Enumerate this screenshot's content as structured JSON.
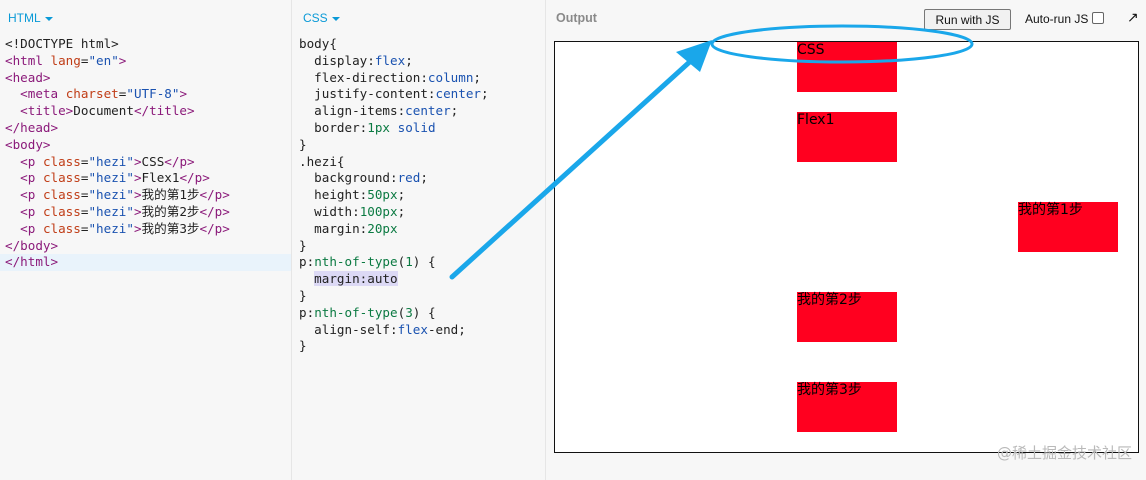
{
  "html_panel": {
    "label": "HTML",
    "lines": [
      "<!DOCTYPE html>",
      "<html lang=\"en\">",
      "<head>",
      "  <meta charset=\"UTF-8\">",
      "  <title>Document</title>",
      "</head>",
      "<body>",
      "  <p class=\"hezi\">CSS</p>",
      "  <p class=\"hezi\">Flex1</p>",
      "  <p class=\"hezi\">我的第1步</p>",
      "  <p class=\"hezi\">我的第2步</p>",
      "  <p class=\"hezi\">我的第3步</p>",
      "</body>",
      "</html>"
    ]
  },
  "css_panel": {
    "label": "CSS",
    "lines": [
      "body{",
      "  display:flex;",
      "  flex-direction:column;",
      "  justify-content:center;",
      "  align-items:center;",
      "  border:1px solid",
      "}",
      ".hezi{",
      "  background:red;",
      "  height:50px;",
      "  width:100px;",
      "  margin:20px",
      "}",
      "p:nth-of-type(1) {",
      "  margin:auto",
      "}",
      "p:nth-of-type(3) {",
      "  align-self:flex-end;",
      "}"
    ]
  },
  "output_panel": {
    "label": "Output",
    "run_button": "Run with JS",
    "autorun_label": "Auto-run JS",
    "autorun_checked": false,
    "expand_icon": "expand-arrow-icon",
    "boxes": [
      "CSS",
      "Flex1",
      "我的第1步",
      "我的第2步",
      "我的第3步"
    ],
    "box_color": "#ff001f"
  },
  "watermark": "@稀土掘金技术社区",
  "annotation_color": "#1aa7ea"
}
